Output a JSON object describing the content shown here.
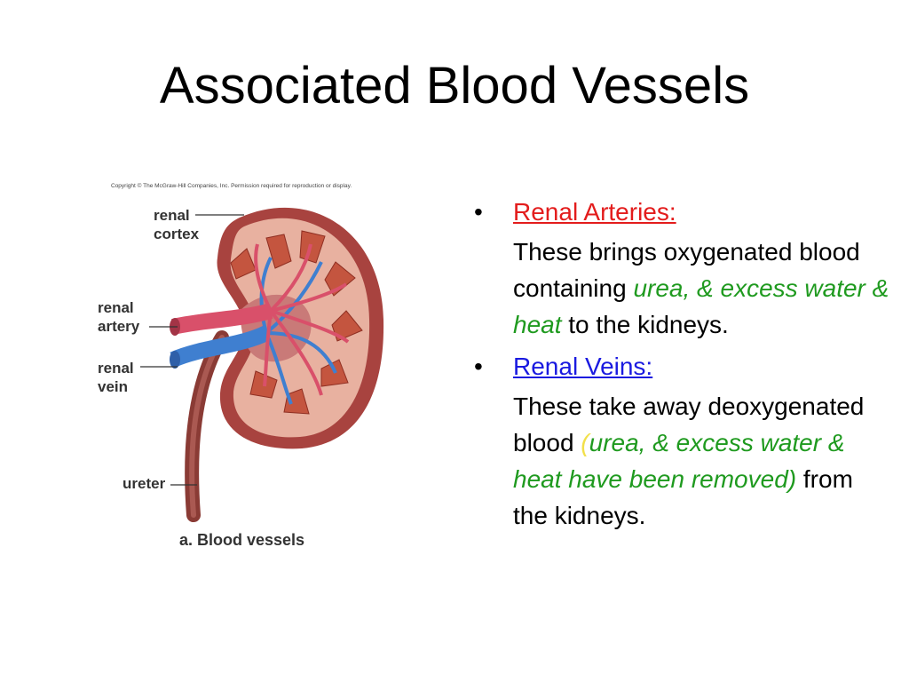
{
  "title": "Associated Blood Vessels",
  "figure": {
    "copyright": "Copyright © The McGraw-Hill Companies, Inc. Permission required for reproduction or display.",
    "labels": {
      "cortex_line1": "renal",
      "cortex_line2": "cortex",
      "artery_line1": "renal",
      "artery_line2": "artery",
      "vein_line1": "renal",
      "vein_line2": "vein",
      "ureter": "ureter"
    },
    "caption": "a. Blood vessels"
  },
  "bullets": {
    "marker": "•",
    "arteries": {
      "heading": "Renal Arteries:",
      "text_1": "These brings oxygenated blood containing ",
      "green_1": "urea, & excess water & heat",
      "text_2": " to the kidneys."
    },
    "veins": {
      "heading": "Renal Veins:",
      "text_1": "These take away deoxygenated blood ",
      "yellow_paren": "(",
      "green_1": "urea, & excess water & heat have been removed)",
      "text_2": " from the kidneys."
    }
  },
  "colors": {
    "heading_arteries": "#e31c1c",
    "heading_veins": "#1a1ae0",
    "emphasis_green": "#1f9a1f",
    "emphasis_yellow": "#f2e04a",
    "artery_red": "#d9506a",
    "vein_blue": "#3f7fd0",
    "kidney_brown": "#a8433f"
  }
}
